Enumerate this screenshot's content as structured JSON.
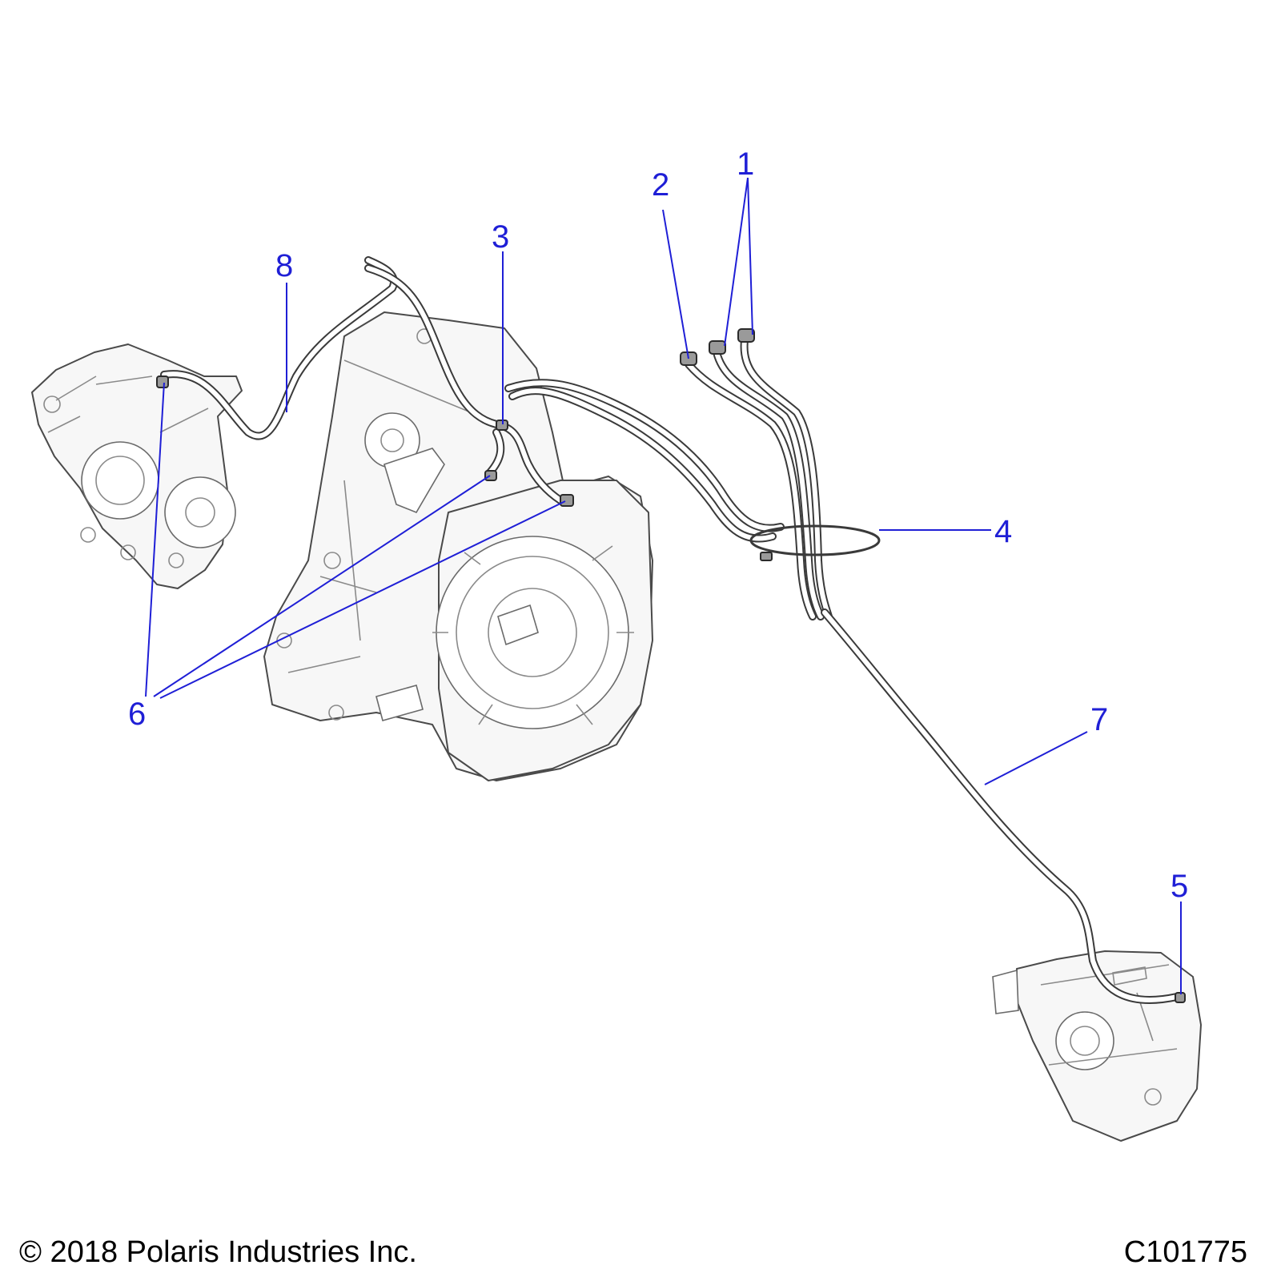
{
  "callouts": [
    {
      "number": "1"
    },
    {
      "number": "2"
    },
    {
      "number": "3"
    },
    {
      "number": "4"
    },
    {
      "number": "5"
    },
    {
      "number": "6"
    },
    {
      "number": "7"
    },
    {
      "number": "8"
    }
  ],
  "footer": {
    "copyright": "© 2018 Polaris Industries Inc.",
    "figure_id": "C101775"
  },
  "colors": {
    "callout": "#1f1fd6",
    "line_art": "#4a4a4a",
    "background": "#ffffff"
  }
}
